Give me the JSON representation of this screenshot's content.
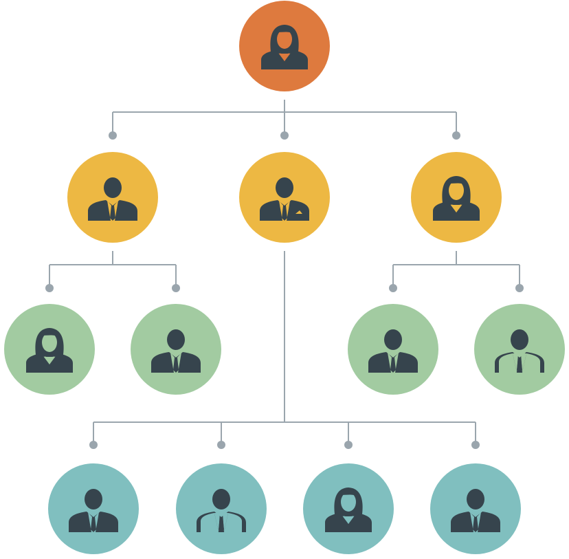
{
  "colors": {
    "level1": "#DE7A3E",
    "level2": "#EDB843",
    "level3": "#A2CBA1",
    "level4": "#80BFBF",
    "icon": "#36444D",
    "connector": "#9AA5AD"
  },
  "nodes": [
    {
      "id": "root",
      "level": 1,
      "icon": "female-person-icon",
      "parent": null
    },
    {
      "id": "l2a",
      "level": 2,
      "icon": "male-suit-person-icon",
      "parent": "root"
    },
    {
      "id": "l2b",
      "level": 2,
      "icon": "male-suit-pocket-person-icon",
      "parent": "root"
    },
    {
      "id": "l2c",
      "level": 2,
      "icon": "female-person-icon",
      "parent": "root"
    },
    {
      "id": "l3a",
      "level": 3,
      "icon": "female-person-icon",
      "parent": "l2a"
    },
    {
      "id": "l3b",
      "level": 3,
      "icon": "male-suit-person-icon",
      "parent": "l2a"
    },
    {
      "id": "l3c",
      "level": 3,
      "icon": "male-suit-person-icon",
      "parent": "l2c"
    },
    {
      "id": "l3d",
      "level": 3,
      "icon": "male-open-jacket-person-icon",
      "parent": "l2c"
    },
    {
      "id": "l4a",
      "level": 4,
      "icon": "male-suit-person-icon",
      "parent": "l2b"
    },
    {
      "id": "l4b",
      "level": 4,
      "icon": "male-open-jacket-person-icon",
      "parent": "l2b"
    },
    {
      "id": "l4c",
      "level": 4,
      "icon": "female-person-icon",
      "parent": "l2b"
    },
    {
      "id": "l4d",
      "level": 4,
      "icon": "male-suit-person-icon",
      "parent": "l2b"
    }
  ]
}
